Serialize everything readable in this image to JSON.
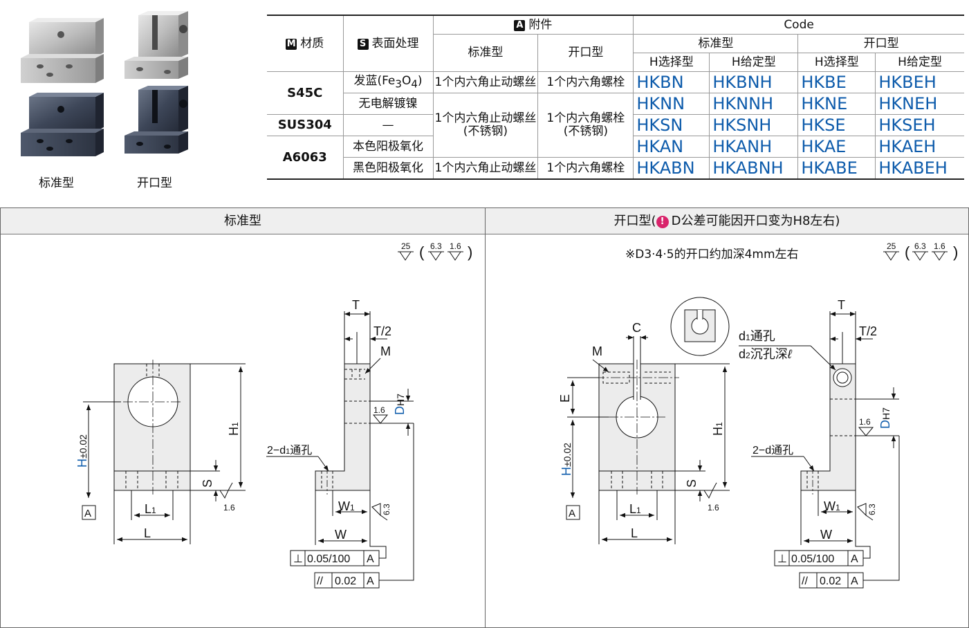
{
  "photos": {
    "label_standard": "标准型",
    "label_open": "开口型"
  },
  "table": {
    "badge_m": "M",
    "badge_s": "S",
    "badge_a": "A",
    "h_material": "材质",
    "h_surface": "表面处理",
    "h_accessory": "附件",
    "h_code": "Code",
    "h_standard": "标准型",
    "h_open": "开口型",
    "h_code_standard": "标准型",
    "h_code_open": "开口型",
    "h_h_select": "H选择型",
    "h_h_given": "H给定型",
    "h_h_select2": "H选择型",
    "h_h_given2": "H给定型",
    "mat_s45c": "S45C",
    "mat_sus304": "SUS304",
    "mat_a6063": "A6063",
    "surf_1_pre": "发蓝(Fe",
    "surf_1_sub3": "3",
    "surf_1_mid": "O",
    "surf_1_sub4": "4",
    "surf_1_post": ")",
    "surf_2": "无电解镀镍",
    "surf_3": "—",
    "surf_4": "本色阳极氧化",
    "surf_5": "黑色阳极氧化",
    "acc_std_1": "1个内六角止动螺丝",
    "acc_std_2a": "1个内六角止动螺丝",
    "acc_std_2b": "(不锈钢)",
    "acc_std_3": "1个内六角止动螺丝",
    "acc_open_1": "1个内六角螺栓",
    "acc_open_2a": "1个内六角螺栓",
    "acc_open_2b": "(不锈钢)",
    "acc_open_3": "1个内六角螺栓",
    "codes": [
      [
        "HKBN",
        "HKBNH",
        "HKBE",
        "HKBEH"
      ],
      [
        "HKNN",
        "HKNNH",
        "HKNE",
        "HKNEH"
      ],
      [
        "HKSN",
        "HKSNH",
        "HKSE",
        "HKSEH"
      ],
      [
        "HKAN",
        "HKANH",
        "HKAE",
        "HKAEH"
      ],
      [
        "HKABN",
        "HKABNH",
        "HKABE",
        "HKABEH"
      ]
    ]
  },
  "sections": {
    "standard_title": "标准型",
    "open_title_pre": "开口型(",
    "open_warn_icon": "!",
    "open_title_post": "D公差可能因开口变为H8左右)",
    "open_note": "※D3·4·5的开口约加深4mm左右"
  },
  "drawing": {
    "rough_25": "25",
    "rough_63": "6.3",
    "rough_16": "1.6",
    "paren_open": "(",
    "paren_close": ")",
    "lbl_T": "T",
    "lbl_T2": "T/2",
    "lbl_M": "M",
    "lbl_D": "D",
    "lbl_H7": "H7",
    "lbl_H": "H",
    "lbl_tol": "±0.02",
    "lbl_H1": "H",
    "lbl_sub1": "1",
    "lbl_S": "S",
    "lbl_L": "L",
    "lbl_L1": "L",
    "lbl_W": "W",
    "lbl_W1": "W",
    "lbl_A": "A",
    "lbl_2d1": "2−d",
    "lbl_through": "通孔",
    "lbl_perp": "⊥",
    "lbl_perp_val": "0.05/100",
    "lbl_par": "//",
    "lbl_par_val": "0.02",
    "lbl_C": "C",
    "lbl_E": "E",
    "lbl_d1": "d",
    "lbl_d1_through": "通孔",
    "lbl_d2": "d",
    "lbl_d2_sub": "2",
    "lbl_d2_text": "沉孔深",
    "lbl_ell": "ℓ",
    "lbl_2d": "2−d通孔"
  }
}
